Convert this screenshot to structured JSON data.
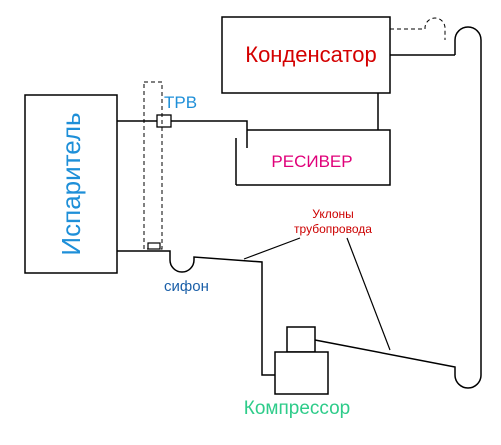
{
  "labels": {
    "condenser": "Конденсатор",
    "evaporator": "Испаритель",
    "receiver": "РЕСИВЕР",
    "trv": "ТРВ",
    "siphon": "сифон",
    "compressor": "Компрессор",
    "slopes_line1": "Уклоны",
    "slopes_line2": "трубопровода"
  },
  "colors": {
    "condenser_text": "#d40000",
    "evaporator_text": "#1e8fd8",
    "receiver_text": "#e0007a",
    "trv_text": "#1e8fd8",
    "siphon_text": "#1a5fa8",
    "compressor_text": "#2ecc8a",
    "slopes_text": "#cc0000",
    "lines": "#000000"
  }
}
